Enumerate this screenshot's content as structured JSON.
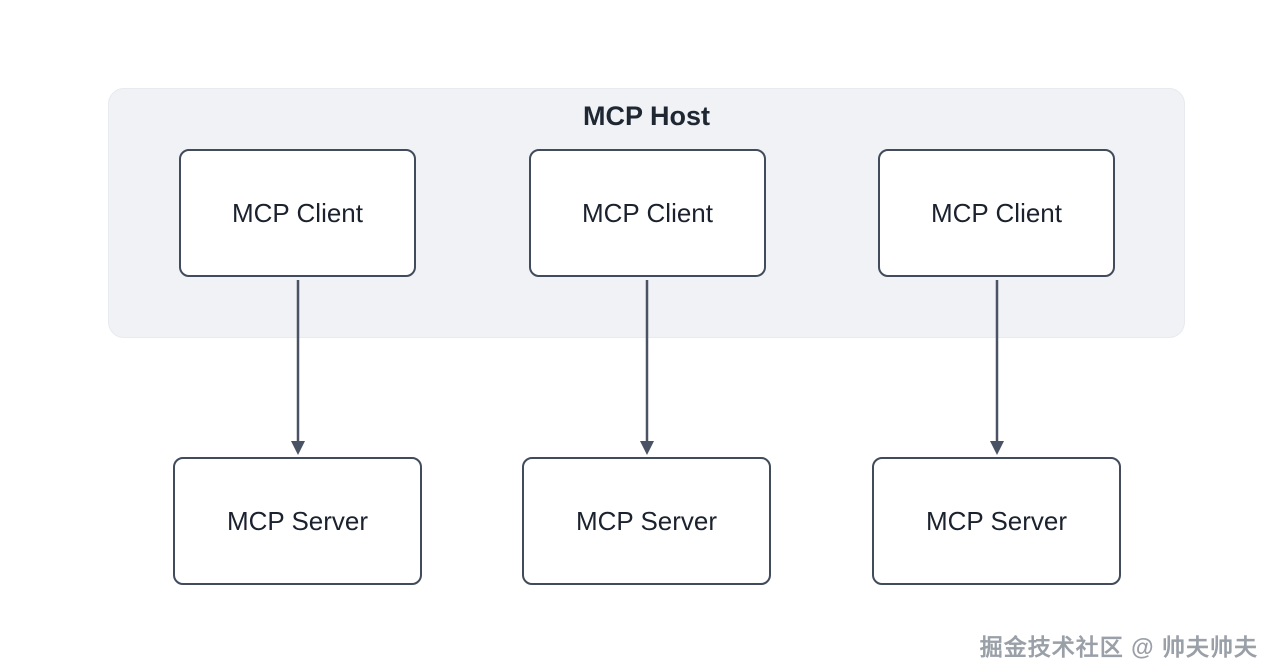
{
  "diagram": {
    "host": {
      "label": "MCP Host"
    },
    "clients": [
      {
        "id": "client-1",
        "label": "MCP Client"
      },
      {
        "id": "client-2",
        "label": "MCP Client"
      },
      {
        "id": "client-3",
        "label": "MCP Client"
      }
    ],
    "servers": [
      {
        "id": "server-1",
        "label": "MCP Server"
      },
      {
        "id": "server-2",
        "label": "MCP Server"
      },
      {
        "id": "server-3",
        "label": "MCP Server"
      }
    ],
    "connections": [
      {
        "from": "client-1",
        "to": "server-1",
        "style": "arrow-down"
      },
      {
        "from": "client-2",
        "to": "server-2",
        "style": "arrow-down"
      },
      {
        "from": "client-3",
        "to": "server-3",
        "style": "arrow-down"
      }
    ],
    "colors": {
      "host_background": "#f0f2f5",
      "box_border": "#414b5c",
      "arrow": "#4a5363",
      "text": "#1b222e",
      "watermark": "#9aa0a8"
    }
  },
  "watermark": {
    "text": "掘金技术社区 @ 帅夫帅夫"
  }
}
